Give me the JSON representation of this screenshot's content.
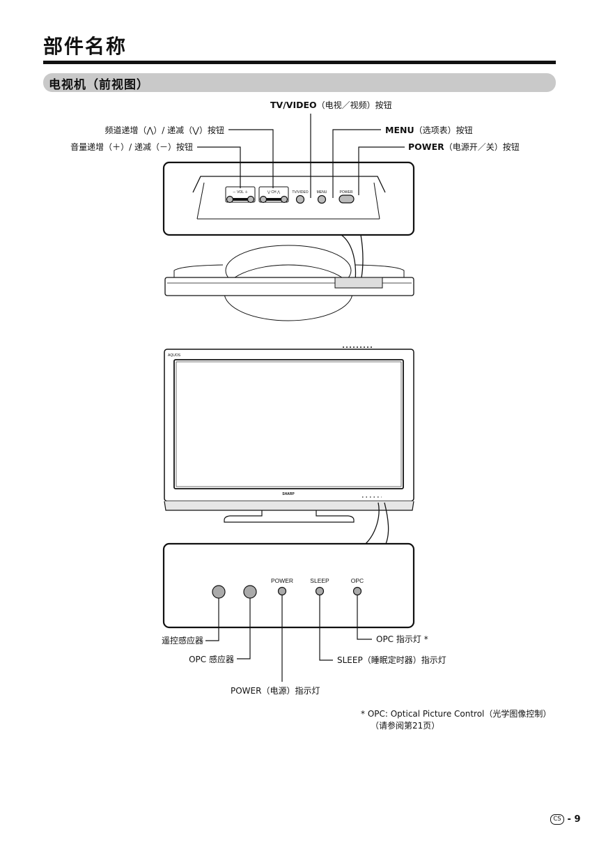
{
  "page": {
    "title": "部件名称",
    "section_title": "电视机（前视图）",
    "page_number_prefix": "CS",
    "page_number": "- 9"
  },
  "top_callouts": {
    "tv_video": {
      "bold": "TV/VIDEO",
      "rest": "（电视／视频）按钮"
    },
    "channel": {
      "text": "频道递增（⋀）/ 递减（⋁）按钮"
    },
    "volume": {
      "text": "音量递增（＋）/ 递减（－）按钮"
    },
    "menu": {
      "bold": "MENU",
      "rest": "（选项表）按钮"
    },
    "power": {
      "bold": "POWER",
      "rest": "（电源开／关）按钮"
    }
  },
  "panel_marks": {
    "vol": "－ VOL ＋",
    "ch": "⋁ CH ⋀",
    "tv_video": "TV/VIDEO",
    "menu": "MENU",
    "power": "POWER"
  },
  "tv_marks": {
    "brand_top": "AQUOS",
    "brand_bottom": "SHARP"
  },
  "indicator_panel": {
    "power": "POWER",
    "sleep": "SLEEP",
    "opc": "OPC"
  },
  "bottom_callouts": {
    "remote_sensor": "遥控感应器",
    "opc_sensor": "OPC 感应器",
    "power_indicator": "POWER（电源）指示灯",
    "sleep_indicator": "SLEEP（睡眠定时器）指示灯",
    "opc_indicator": "OPC 指示灯 *"
  },
  "footnote": {
    "line1": "*  OPC: Optical Picture Control（光学图像控制）",
    "line2": "（请参阅第21页）"
  }
}
